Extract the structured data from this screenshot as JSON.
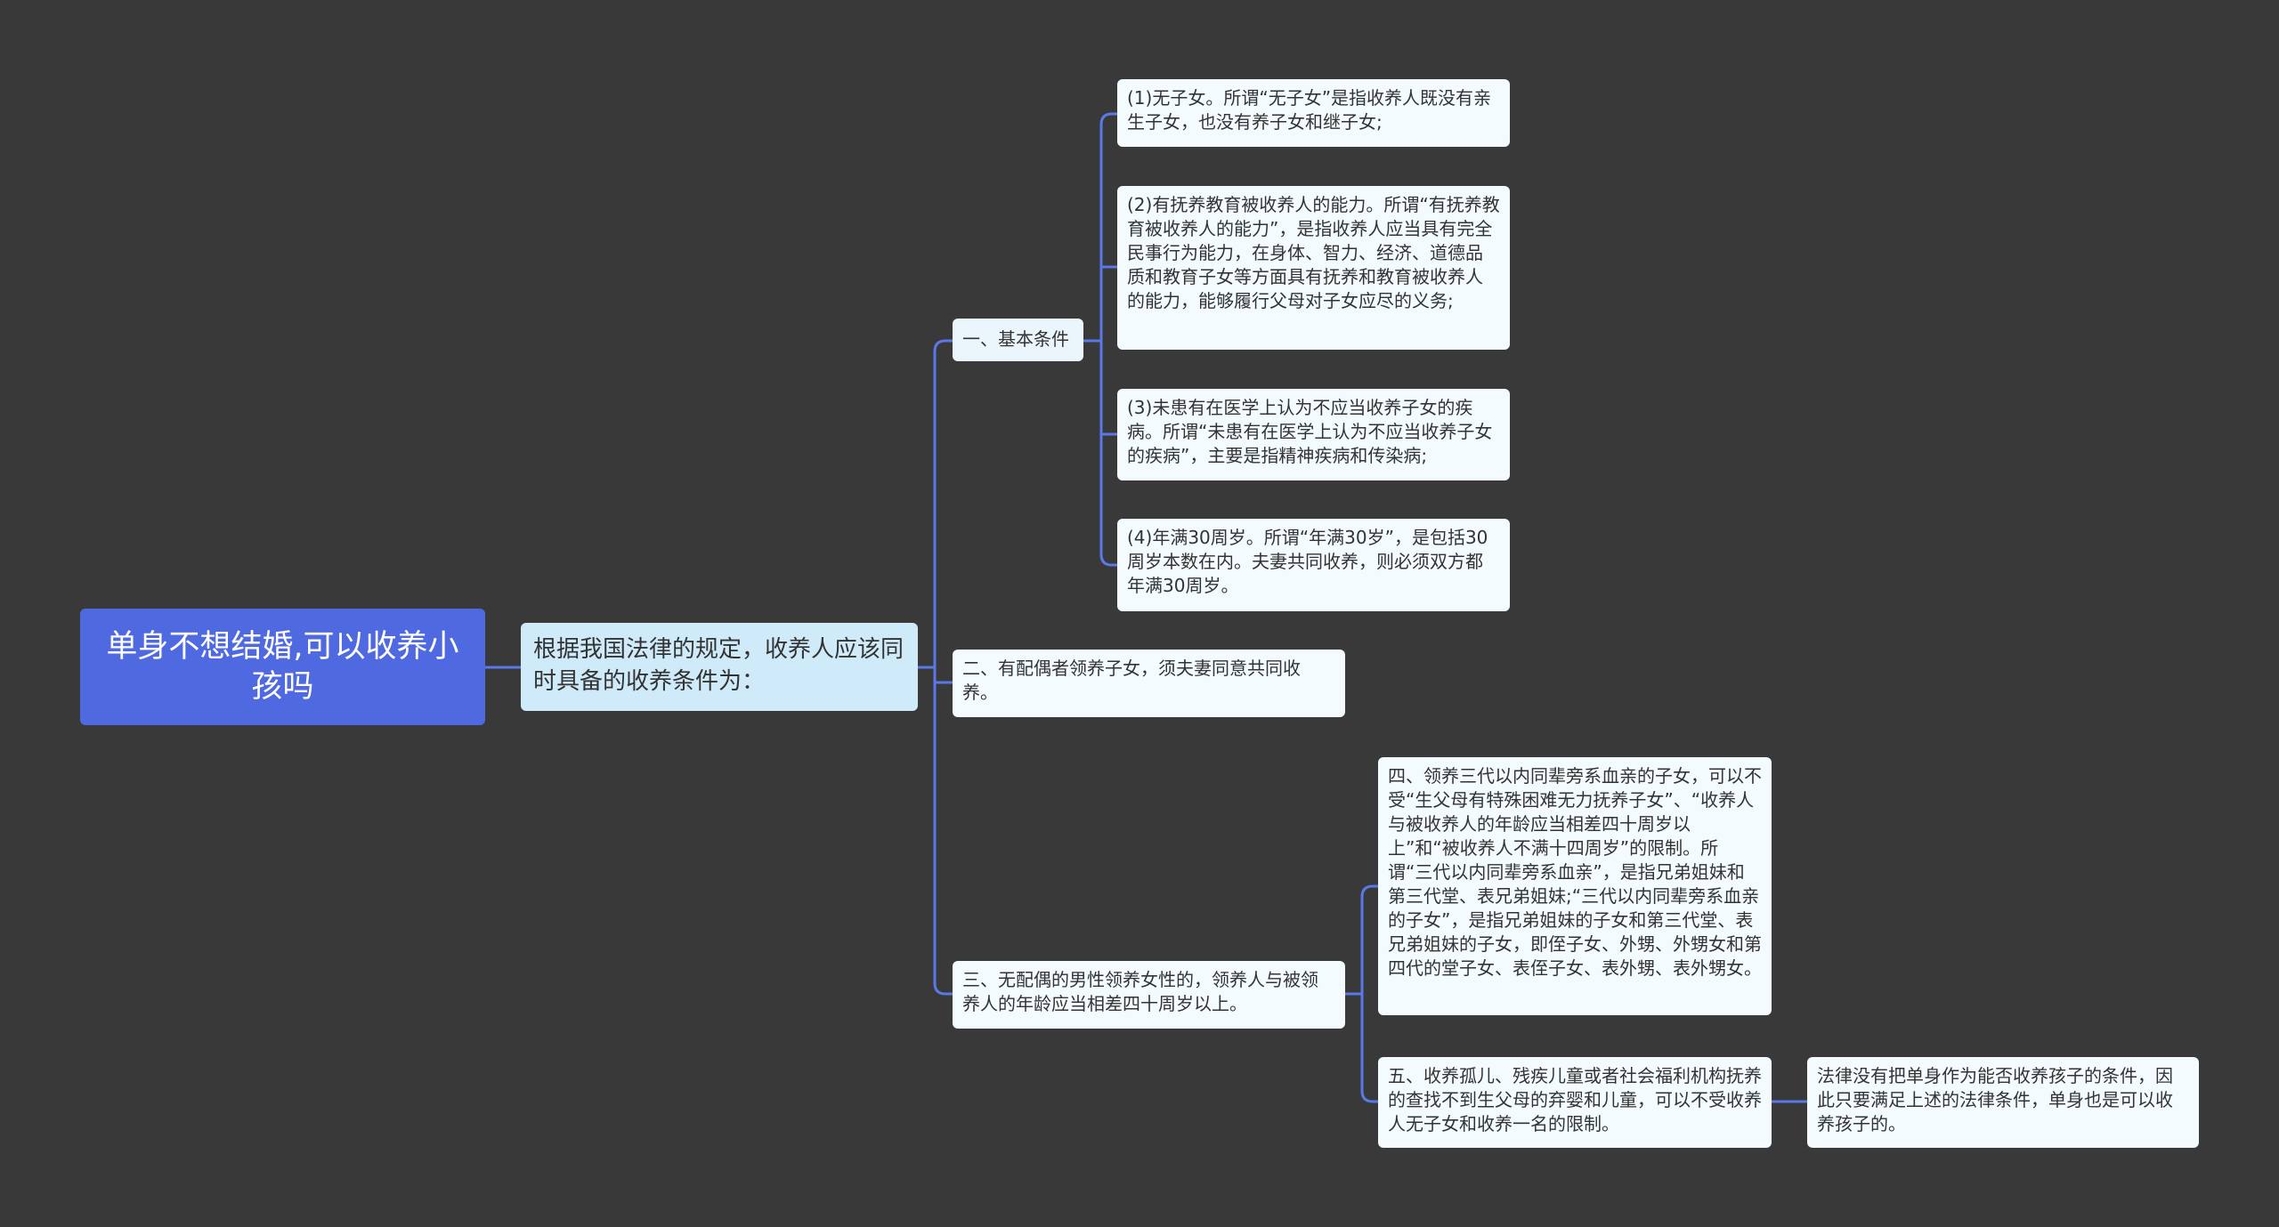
{
  "root": {
    "label": "单身不想结婚,可以收养小孩吗"
  },
  "level1": {
    "label": "根据我国法律的规定，收养人应该同时具备的收养条件为："
  },
  "basic": {
    "label": "一、基本条件",
    "items": [
      "(1)无子女。所谓“无子女”是指收养人既没有亲生子女，也没有养子女和继子女;",
      "(2)有抚养教育被收养人的能力。所谓“有抚养教育被收养人的能力”，是指收养人应当具有完全民事行为能力，在身体、智力、经济、道德品质和教育子女等方面具有抚养和教育被收养人的能力，能够履行父母对子女应尽的义务;",
      "(3)未患有在医学上认为不应当收养子女的疾病。所谓“未患有在医学上认为不应当收养子女的疾病”，主要是指精神疾病和传染病;",
      "(4)年满30周岁。所谓“年满30岁”，是包括30周岁本数在内。夫妻共同收养，则必须双方都年满30周岁。"
    ]
  },
  "spouse": {
    "label": "二、有配偶者领养子女，须夫妻同意共同收养。"
  },
  "unmarried": {
    "label": "三、无配偶的男性领养女性的，领养人与被领养人的年龄应当相差四十周岁以上。",
    "items": [
      "四、领养三代以内同辈旁系血亲的子女，可以不受“生父母有特殊困难无力抚养子女”、“收养人与被收养人的年龄应当相差四十周岁以上”和“被收养人不满十四周岁”的限制。所谓“三代以内同辈旁系血亲”，是指兄弟姐妹和第三代堂、表兄弟姐妹;“三代以内同辈旁系血亲的子女”，是指兄弟姐妹的子女和第三代堂、表兄弟姐妹的子女，即侄子女、外甥、外甥女和第四代的堂子女、表侄子女、表外甥、表外甥女。",
      "五、收养孤儿、残疾儿童或者社会福利机构抚养的查找不到生父母的弃婴和儿童，可以不受收养人无子女和收养一名的限制。"
    ],
    "conclusion": "法律没有把单身作为能否收养孩子的条件，因此只要满足上述的法律条件，单身也是可以收养孩子的。"
  },
  "colors": {
    "background": "#3a393a",
    "root": "#4f6ae0",
    "line": "#5a78e8",
    "level1": "#cfeaf8",
    "node": "#f3fbfe"
  }
}
